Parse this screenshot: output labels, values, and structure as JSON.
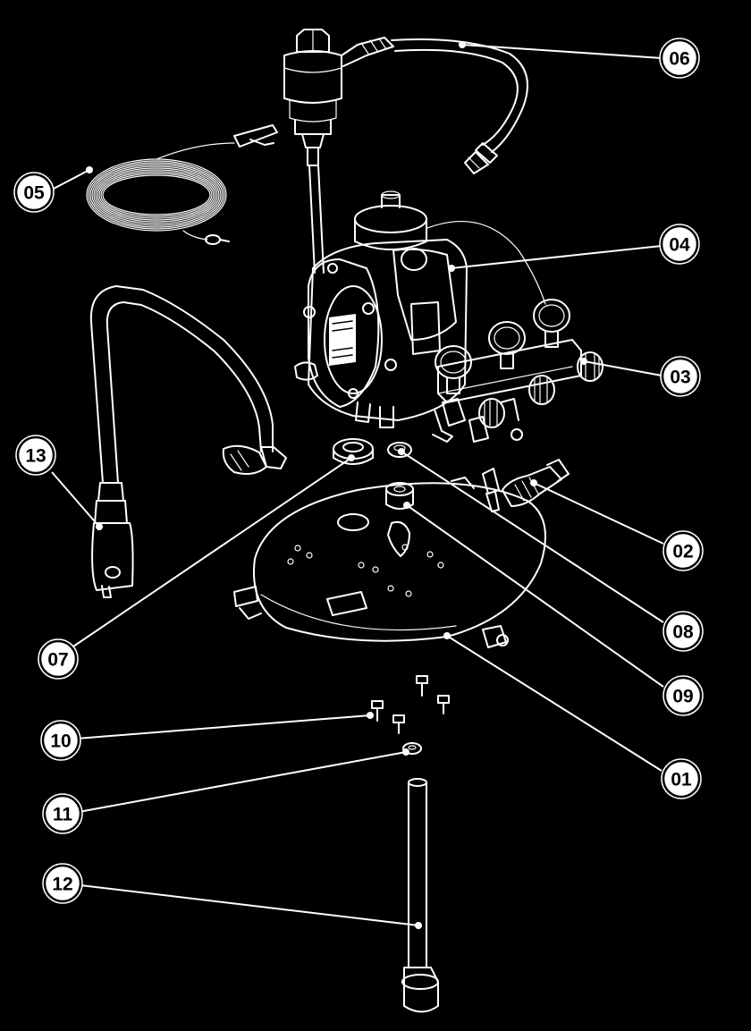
{
  "callouts": [
    {
      "id": "c01",
      "label": "01"
    },
    {
      "id": "c02",
      "label": "02"
    },
    {
      "id": "c03",
      "label": "03"
    },
    {
      "id": "c04",
      "label": "04"
    },
    {
      "id": "c05",
      "label": "05"
    },
    {
      "id": "c06",
      "label": "06"
    },
    {
      "id": "c07",
      "label": "07"
    },
    {
      "id": "c08",
      "label": "08"
    },
    {
      "id": "c09",
      "label": "09"
    },
    {
      "id": "c10",
      "label": "10"
    },
    {
      "id": "c11",
      "label": "11"
    },
    {
      "id": "c12",
      "label": "12"
    },
    {
      "id": "c13",
      "label": "13"
    }
  ],
  "colors": {
    "background": "#000000",
    "line": "#ffffff",
    "badge_fill": "#ffffff",
    "badge_text": "#000000"
  }
}
